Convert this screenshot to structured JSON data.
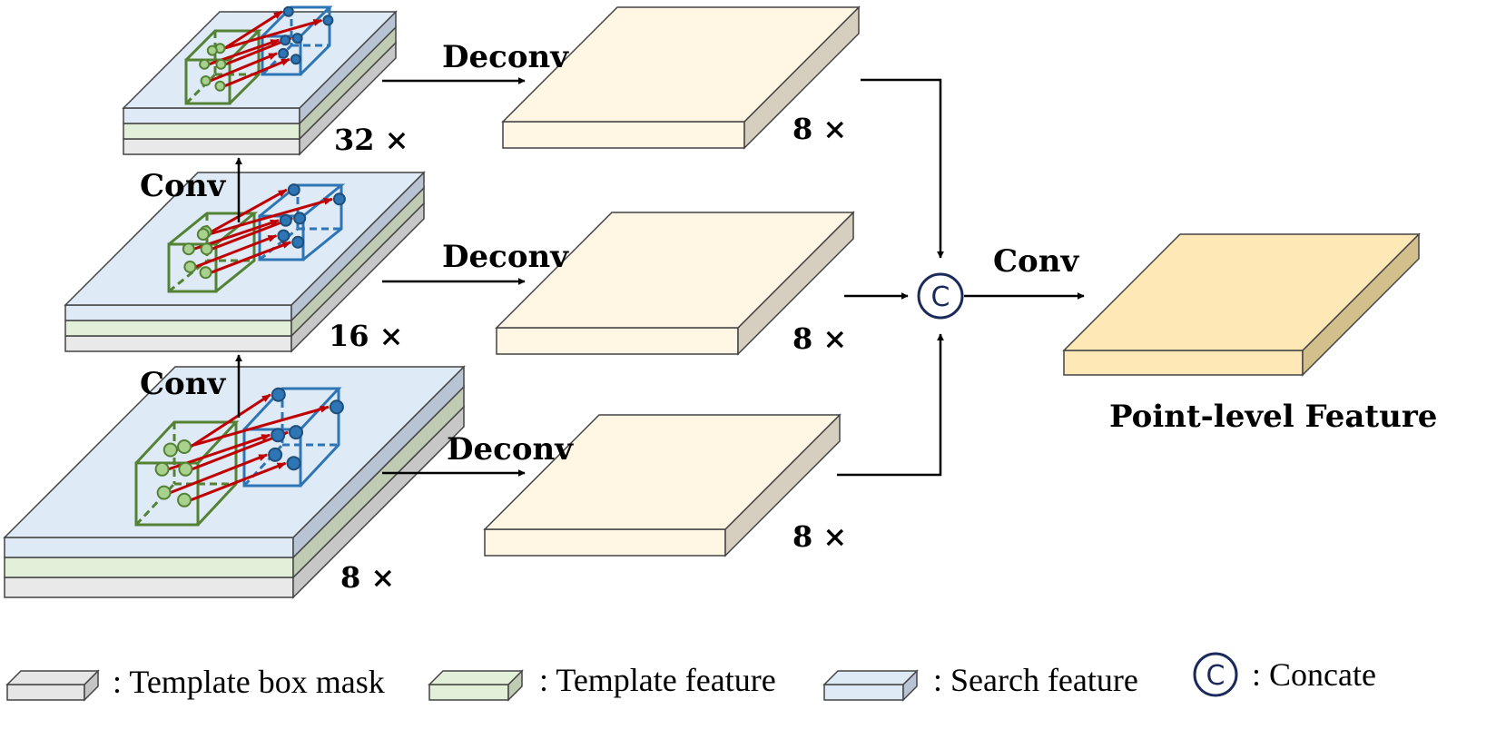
{
  "labels": {
    "conv_top": "Conv",
    "conv_bottom": "Conv",
    "deconv_top": "Deconv",
    "deconv_mid": "Deconv",
    "deconv_bottom": "Deconv",
    "conv_output": "Conv",
    "output_title": "Point-level Feature"
  },
  "scales": {
    "level_top": "32 ×",
    "level_mid": "16 ×",
    "level_bottom": "8 ×",
    "upsampled_top": "8 ×",
    "upsampled_mid": "8 ×",
    "upsampled_bottom": "8 ×"
  },
  "concat_symbol": "C",
  "legend": [
    {
      "text": ": Template box mask",
      "color": "#e6e6e6"
    },
    {
      "text": ": Template feature",
      "color": "#e2f0d9"
    },
    {
      "text": ": Search feature",
      "color": "#deebf7"
    },
    {
      "text": ": Concate"
    }
  ],
  "colors": {
    "search_feature": "#dfeaf7",
    "template_feature": "#e2f0d9",
    "template_mask": "#e9e9e9",
    "upsampled_map": "#fff7e3",
    "output_map": "#fde8b6",
    "template_cube": "#548235",
    "search_cube": "#2e75b6",
    "correlation_arrow": "#c00000"
  }
}
